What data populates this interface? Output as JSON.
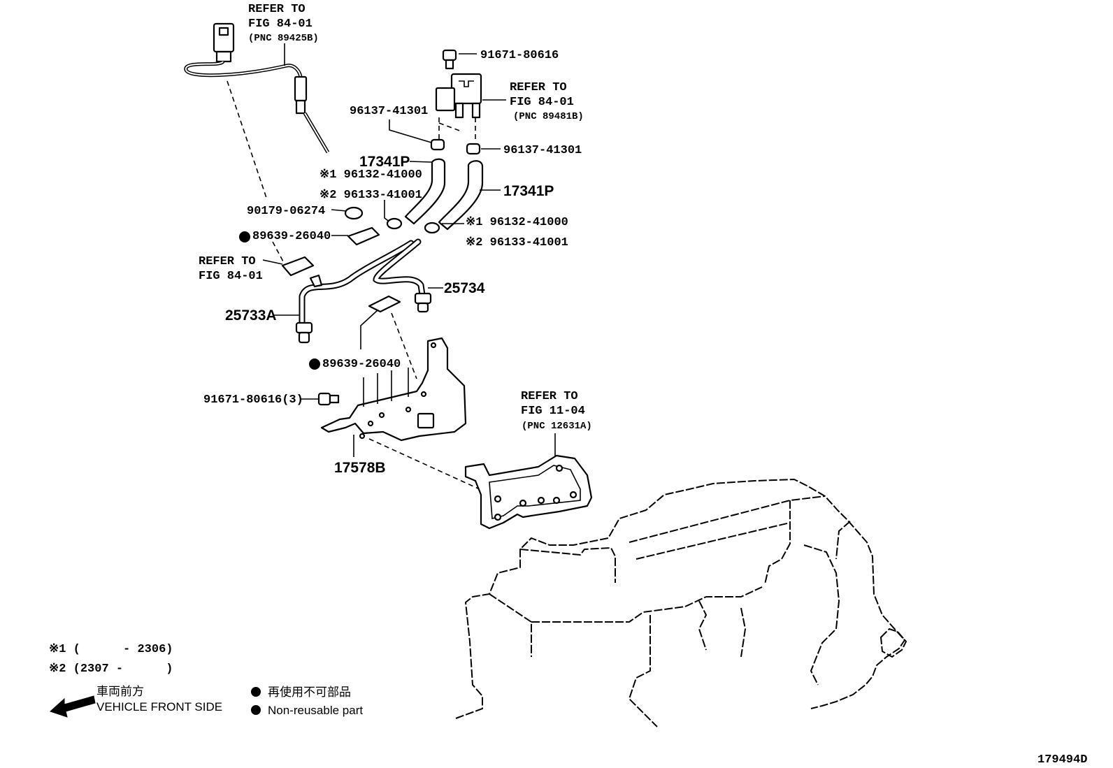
{
  "refs": {
    "top": {
      "line1": "REFER TO",
      "line2": "FIG 84-01",
      "line3": "(PNC 89425B)"
    },
    "sensor": {
      "line1": "REFER TO",
      "line2": "FIG 84-01",
      "line3": "(PNC 89481B)"
    },
    "left": {
      "line1": "REFER TO",
      "line2": "FIG 84-01"
    },
    "bracket": {
      "line1": "REFER TO",
      "line2": "FIG 11-04",
      "line3": "(PNC 12631A)"
    }
  },
  "parts": {
    "bolt_top": "91671-80616",
    "clip_left": "96137-41301",
    "clip_right": "96137-41301",
    "hose_left": "17341P",
    "hose_right": "17341P",
    "clamp_left_1": "※1 96132-41000",
    "clamp_left_2": "※2 96133-41001",
    "clamp_right_1": "※1 96132-41000",
    "clamp_right_2": "※2 96133-41001",
    "clip_90179": "90179-06274",
    "gasket_upper": "89639-26040",
    "pipe_right": "25734",
    "pipe_left": "25733A",
    "gasket_lower": "89639-26040",
    "bolt_bracket": "91671-80616(3)",
    "bracket": "17578B"
  },
  "legend": {
    "note1": "※1 (      - 2306)",
    "note2": "※2 (2307 -      )",
    "front_jp": "車両前方",
    "front_en": "VEHICLE FRONT SIDE",
    "nonreuse_jp": "再使用不可部品",
    "nonreuse_en": "Non-reusable part"
  },
  "figure_code": "179494D"
}
